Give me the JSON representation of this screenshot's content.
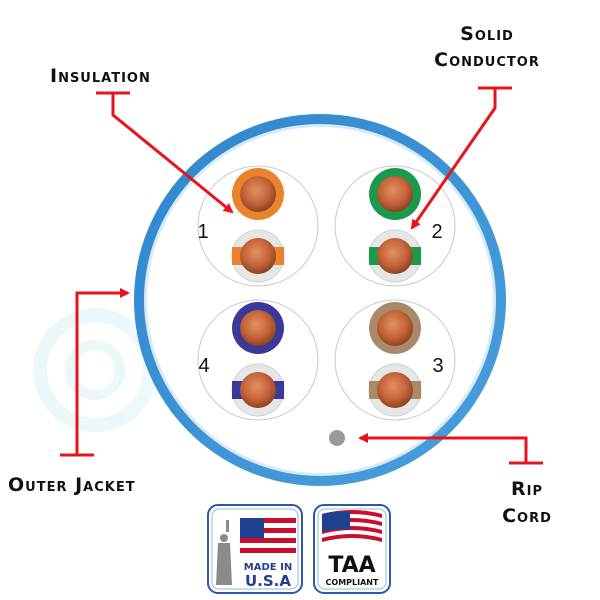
{
  "labels": {
    "insulation": "Insulation",
    "solid_conductor_line1": "Solid",
    "solid_conductor_line2": "Conductor",
    "outer_jacket": "Outer Jacket",
    "rip_cord_line1": "Rip",
    "rip_cord_line2": "Cord"
  },
  "pairs": [
    {
      "number": "1",
      "color": "#e8842b",
      "stripe": "#e8842b"
    },
    {
      "number": "2",
      "color": "#1a9a4c",
      "stripe": "#1a9a4c"
    },
    {
      "number": "3",
      "color": "#a88a6a",
      "stripe": "#a88a6a"
    },
    {
      "number": "4",
      "color": "#3a3898",
      "stripe": "#3a3898"
    }
  ],
  "badges": {
    "made_in_usa_line1": "MADE IN",
    "made_in_usa_line2": "U.S.A",
    "taa_line1": "TAA",
    "taa_line2": "COMPLIANT"
  },
  "colors": {
    "jacket": "#3a8ed0",
    "jacket_inner": "#d6eaf8",
    "copper": "#c86a3a",
    "callout": "#e8141c"
  }
}
